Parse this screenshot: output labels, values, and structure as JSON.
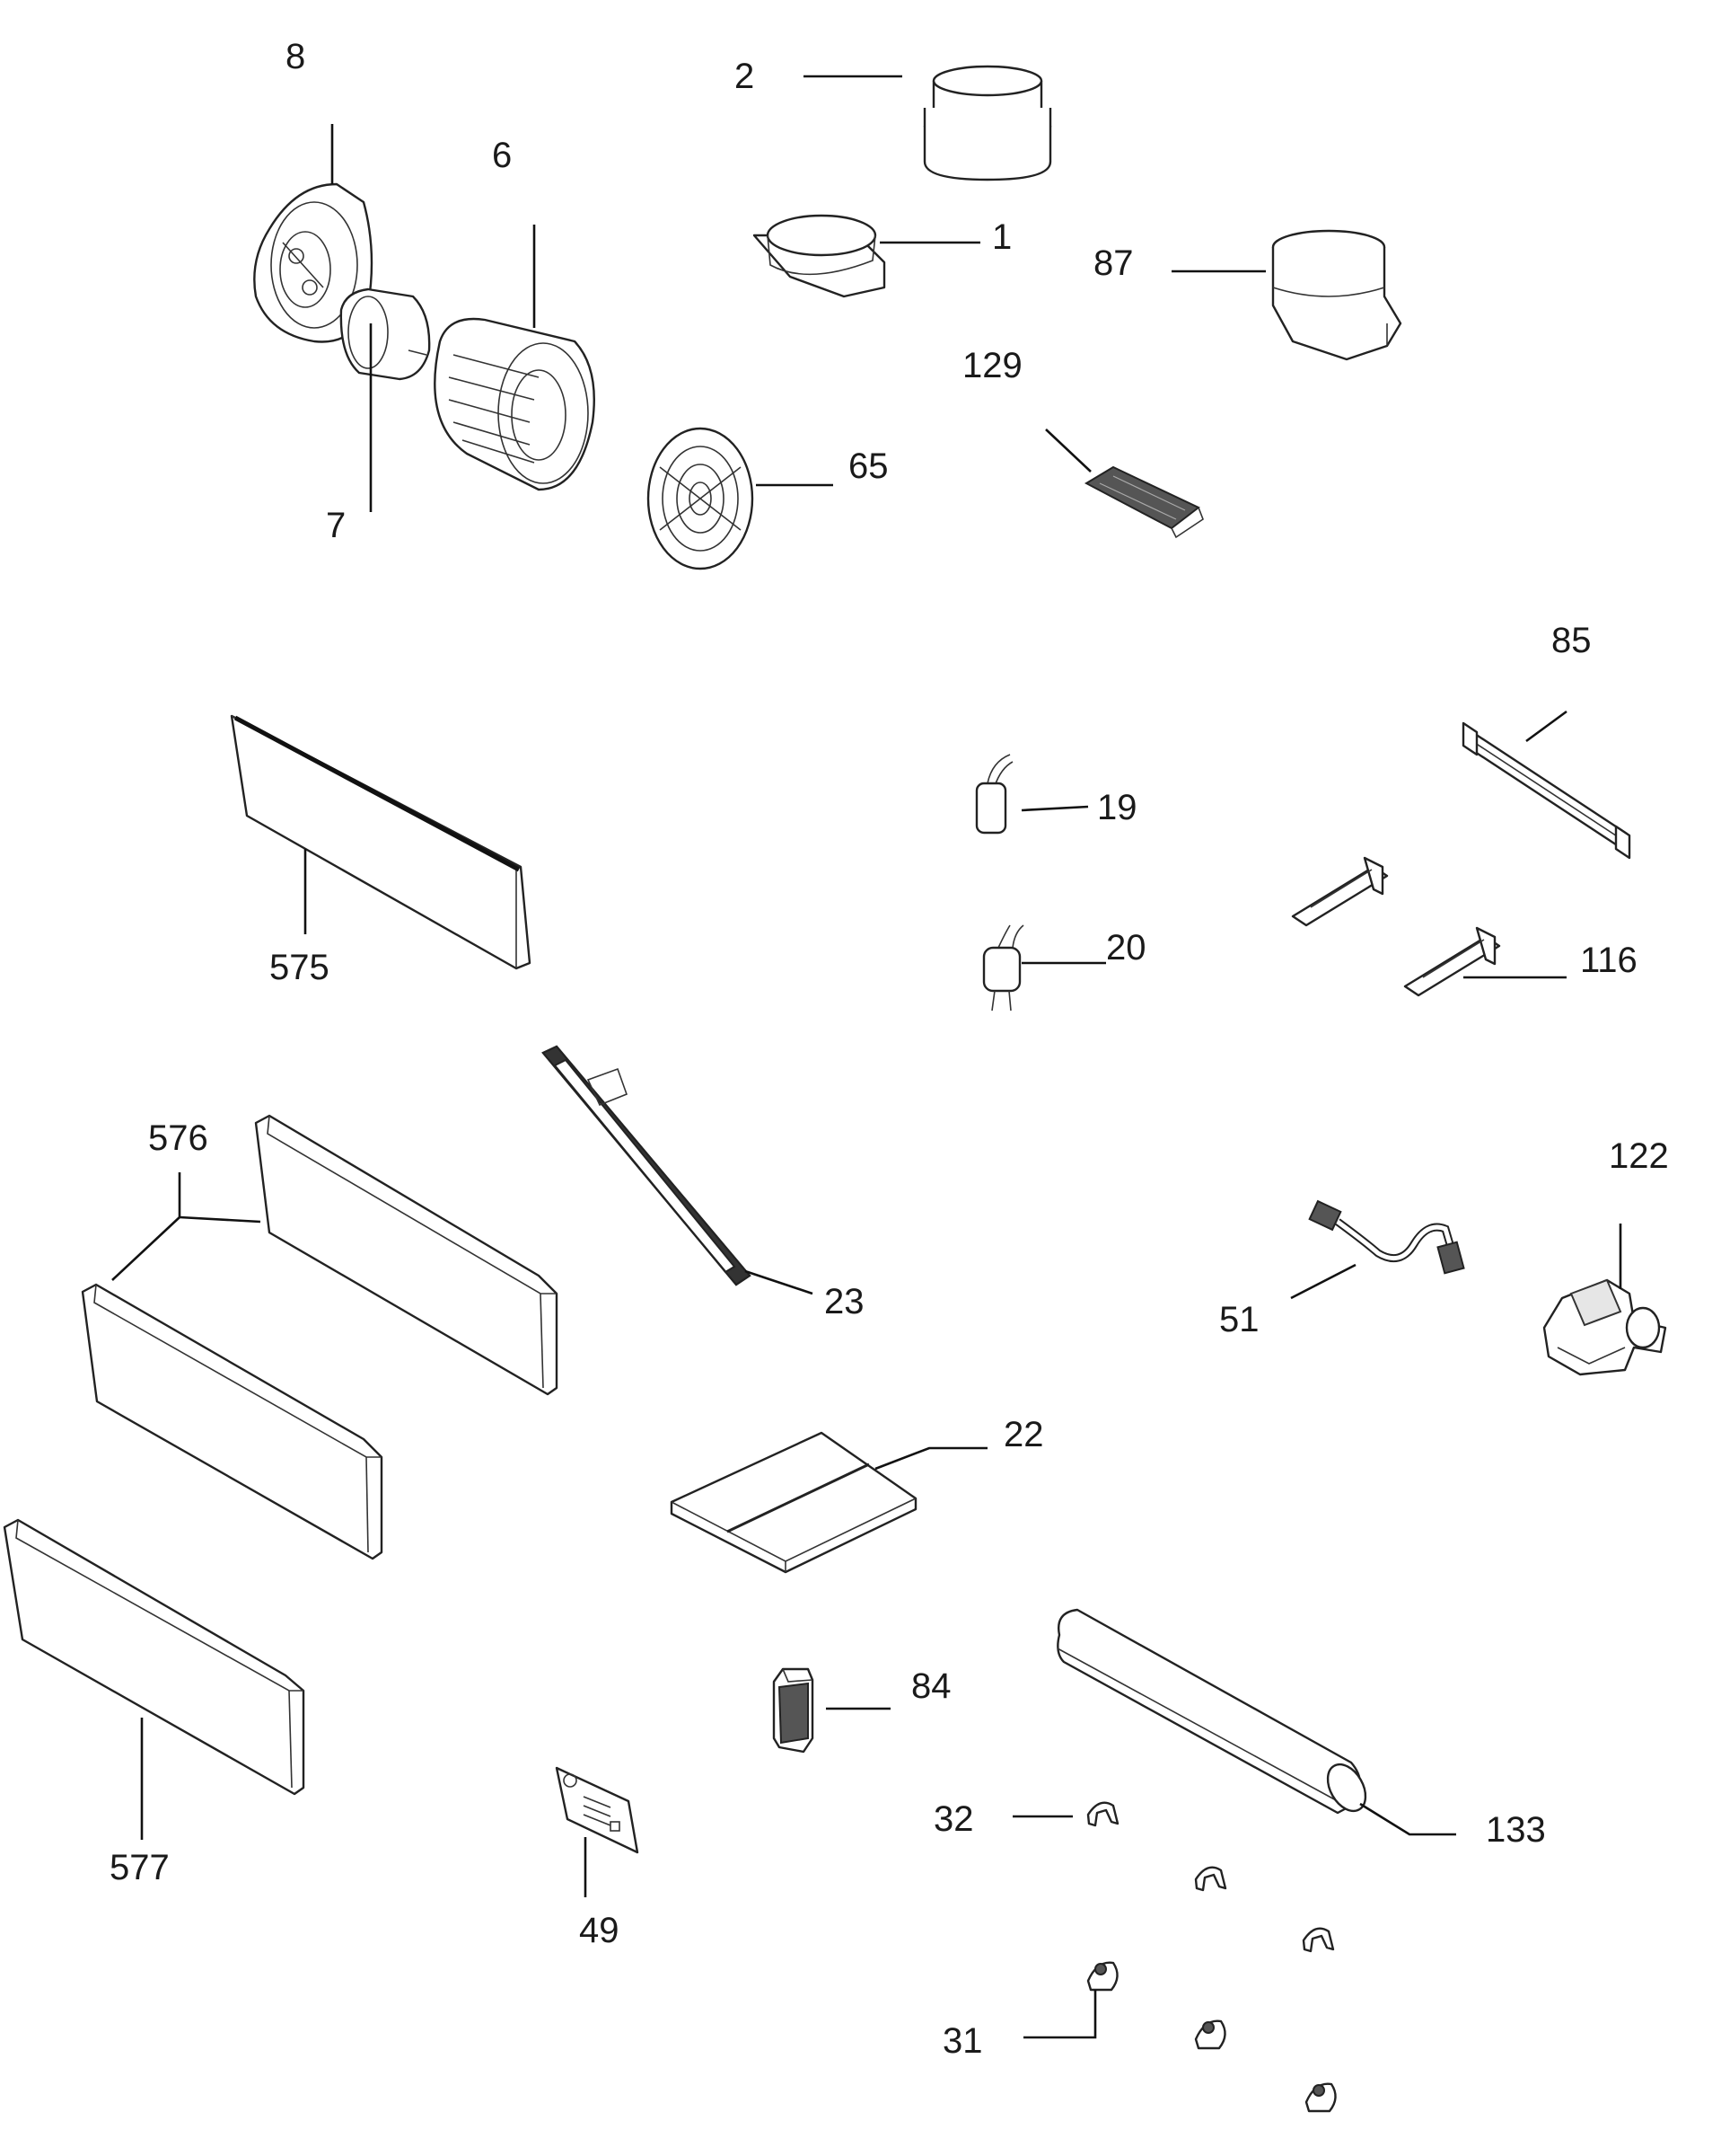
{
  "parts": [
    {
      "id": "p8",
      "label": "8"
    },
    {
      "id": "p2",
      "label": "2"
    },
    {
      "id": "p6",
      "label": "6"
    },
    {
      "id": "p1",
      "label": "1"
    },
    {
      "id": "p87",
      "label": "87"
    },
    {
      "id": "p129",
      "label": "129"
    },
    {
      "id": "p65",
      "label": "65"
    },
    {
      "id": "p7",
      "label": "7"
    },
    {
      "id": "p85",
      "label": "85"
    },
    {
      "id": "p19",
      "label": "19"
    },
    {
      "id": "p575",
      "label": "575"
    },
    {
      "id": "p20",
      "label": "20"
    },
    {
      "id": "p116",
      "label": "116"
    },
    {
      "id": "p576",
      "label": "576"
    },
    {
      "id": "p122",
      "label": "122"
    },
    {
      "id": "p23",
      "label": "23"
    },
    {
      "id": "p51",
      "label": "51"
    },
    {
      "id": "p22",
      "label": "22"
    },
    {
      "id": "p84",
      "label": "84"
    },
    {
      "id": "p32",
      "label": "32"
    },
    {
      "id": "p133",
      "label": "133"
    },
    {
      "id": "p577",
      "label": "577"
    },
    {
      "id": "p49",
      "label": "49"
    },
    {
      "id": "p31",
      "label": "31"
    }
  ]
}
